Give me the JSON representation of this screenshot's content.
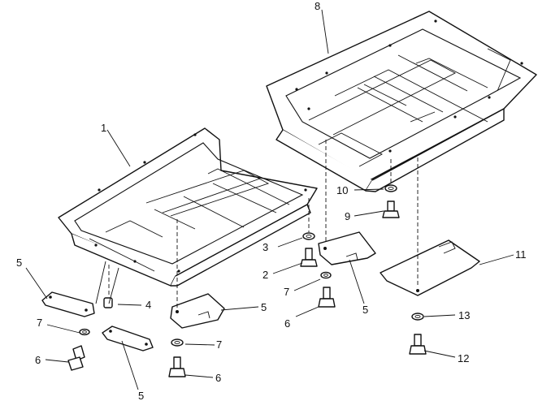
{
  "callouts": {
    "c1": "1",
    "c2": "2",
    "c3": "3",
    "c4": "4",
    "c5a": "5",
    "c5b": "5",
    "c5c": "5",
    "c5d": "5",
    "c6a": "6",
    "c6b": "6",
    "c6c": "6",
    "c7a": "7",
    "c7b": "7",
    "c7c": "7",
    "c8": "8",
    "c9": "9",
    "c10": "10",
    "c11": "11",
    "c12": "12",
    "c13": "13"
  },
  "colors": {
    "line": "#111111",
    "background": "#ffffff"
  }
}
